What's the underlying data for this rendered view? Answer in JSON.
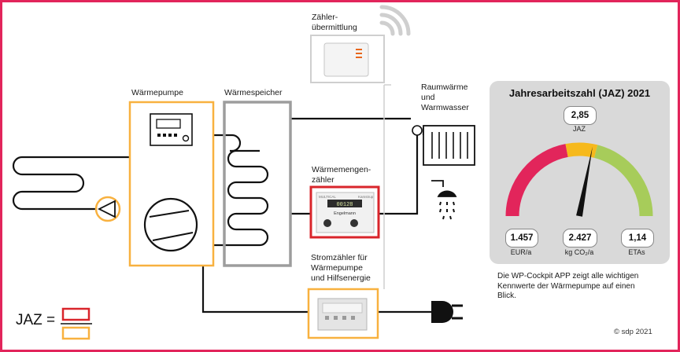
{
  "labels": {
    "heat_pump": "Wärmepumpe",
    "storage": "Wärmespeicher",
    "transmission": "Zähler-\nübermittlung",
    "space_heat": "Raumwärme\nund\nWarmwasser",
    "heat_meter": "Wärmemengen-\nzähler",
    "power_meter": "Stromzähler für\nWärmepumpe\nund Hilfsenergie"
  },
  "meter_display": {
    "brand_left": "MULTICAL",
    "brand_right": "Kamstrup",
    "reading": "00128",
    "maker": "Engelmann"
  },
  "panel": {
    "title": "Jahresarbeitszahl (JAZ) 2021",
    "jaz_value": "2,85",
    "jaz_caption": "JAZ",
    "gauge_value_fraction": 0.56,
    "metrics": [
      {
        "value": "1.457",
        "caption": "EUR/a"
      },
      {
        "value": "2.427",
        "caption": "kg CO₂/a"
      },
      {
        "value": "1,14",
        "caption": "ETAs"
      }
    ],
    "gauge_colors": {
      "low": "#e2255b",
      "mid": "#f6b91c",
      "high": "#a7cc5a"
    }
  },
  "description": "Die WP-Cockpit APP zeigt alle wichtigen Kennwerte der Wärmepumpe auf einen Blick.",
  "formula": {
    "label": "JAZ ="
  },
  "copyright": "© sdp 2021",
  "colors": {
    "border": "#e2255b",
    "orange": "#f8b13f",
    "red": "#d9252b",
    "grey": "#9d9d9d",
    "light_grey": "#cfcfcf"
  }
}
